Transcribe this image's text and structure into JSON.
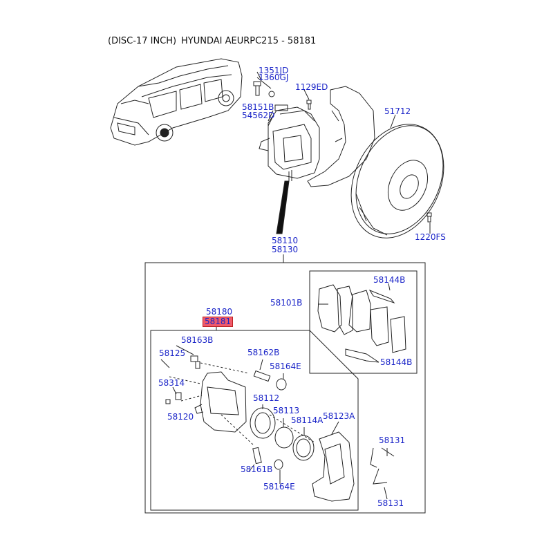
{
  "header": {
    "spec": "(DISC-17 INCH)",
    "model_part": "HYUNDAI AEURPC215 - 58181"
  },
  "highlight_color": "#f05a6a",
  "label_color": "#1a24c8",
  "labels": {
    "p1351JD": "1351JD",
    "p1360GJ": "1360GJ",
    "p1129ED": "1129ED",
    "p58151B": "58151B",
    "p54562D": "54562D",
    "p51712": "51712",
    "p1220FS": "1220FS",
    "p58110": "58110",
    "p58130": "58130",
    "p58144B_top": "58144B",
    "p58101B": "58101B",
    "p58144B_bottom": "58144B",
    "p58180": "58180",
    "p58181": "58181",
    "p58163B": "58163B",
    "p58125": "58125",
    "p58162B": "58162B",
    "p58164E_top": "58164E",
    "p58314": "58314",
    "p58112": "58112",
    "p58113": "58113",
    "p58114A": "58114A",
    "p58123A": "58123A",
    "p58120": "58120",
    "p58131_top": "58131",
    "p58161B": "58161B",
    "p58164E_bottom": "58164E",
    "p58131_bottom": "58131"
  }
}
